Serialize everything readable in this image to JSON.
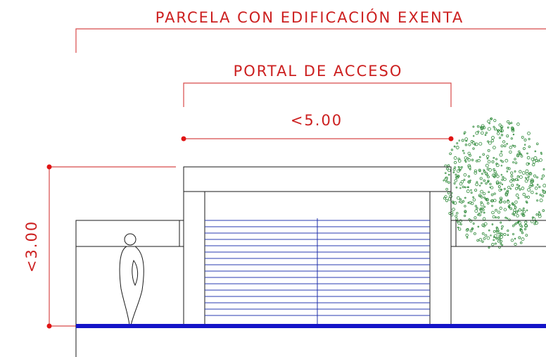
{
  "labels": {
    "plot_label": "PARCELA CON EDIFICACIÓN EXENTA",
    "gate_label": "PORTAL DE ACCESO",
    "width_dim": "<5.00",
    "height_dim": "<3.00"
  },
  "colors": {
    "dimension": "#cc1f1f",
    "ground": "#1414c8",
    "shutter": "#2a3bb0",
    "vegetation": "#2f8a3a"
  },
  "elements": {
    "person": "person-silhouette",
    "tree": "tree-foliage",
    "gate": "garage-door-shutter"
  }
}
